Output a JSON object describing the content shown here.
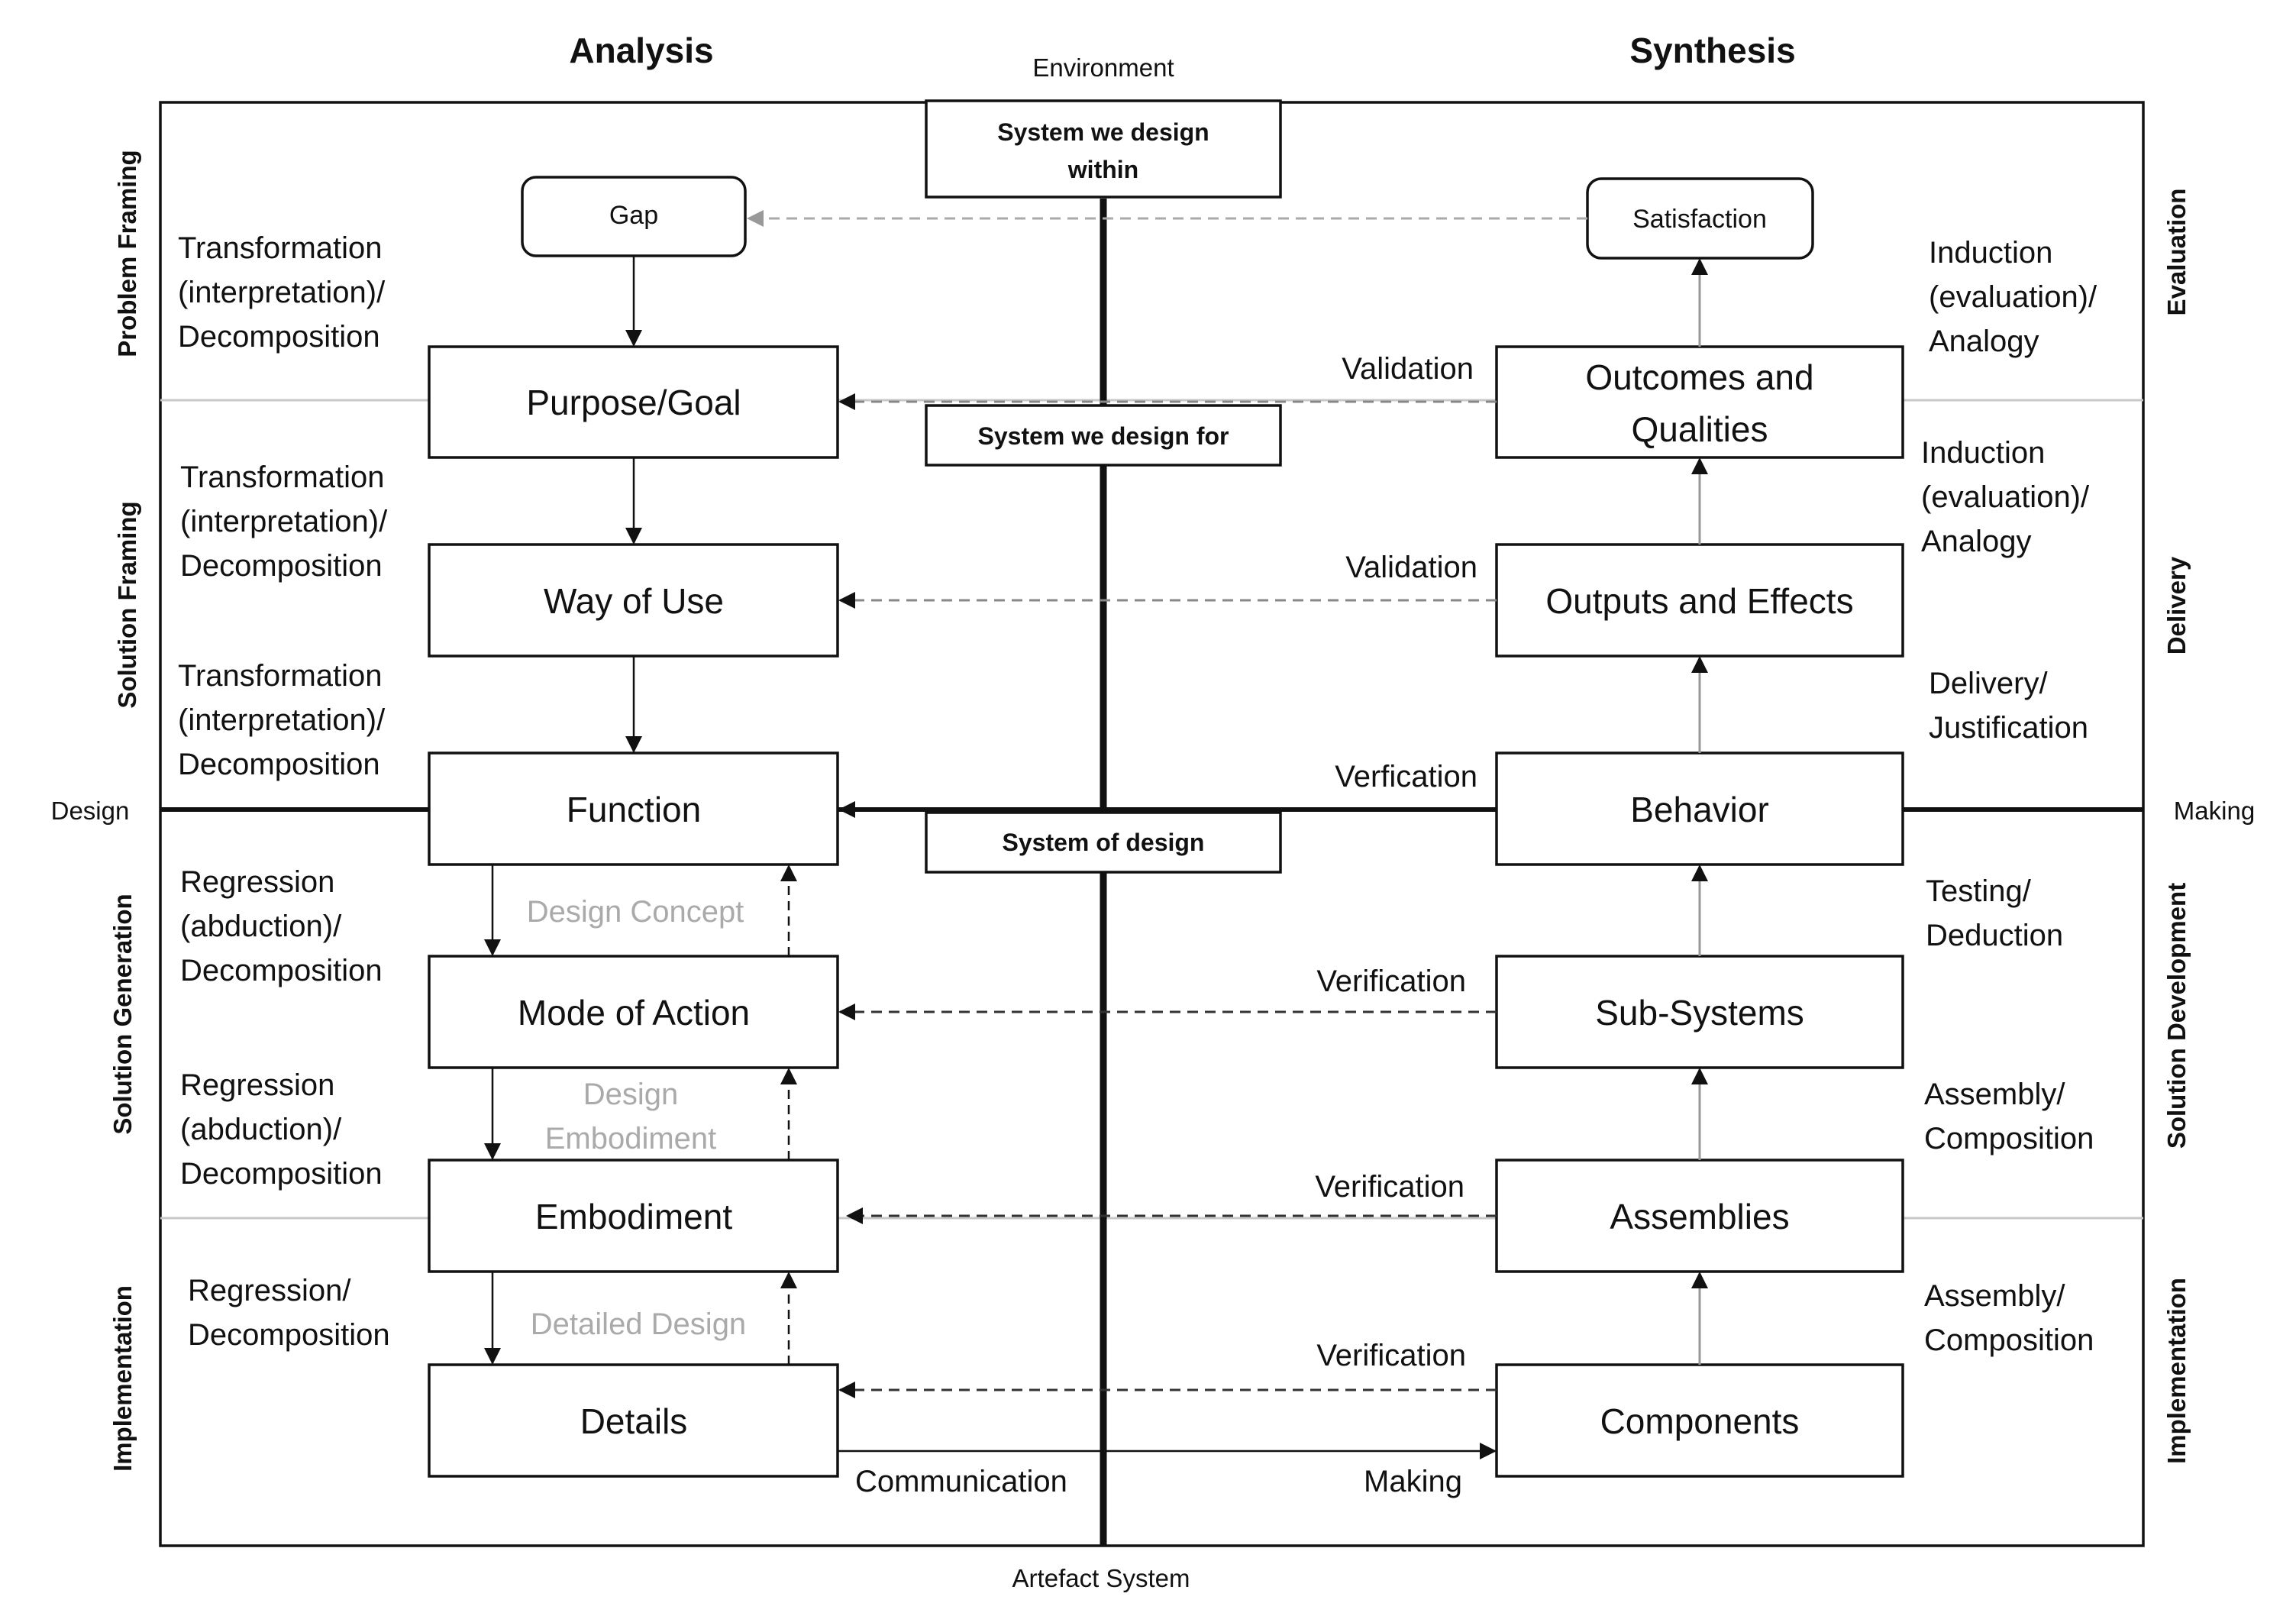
{
  "headers": {
    "analysis": "Analysis",
    "synthesis": "Synthesis",
    "environment": "Environment",
    "artefact_system": "Artefact System",
    "design": "Design",
    "making": "Making"
  },
  "center_boxes": {
    "within_line1": "System we design",
    "within_line2": "within",
    "for": "System we design for",
    "of": "System of design"
  },
  "left_phases": {
    "problem_framing": "Problem Framing",
    "solution_framing": "Solution Framing",
    "solution_generation": "Solution Generation",
    "implementation": "Implementation"
  },
  "right_phases": {
    "evaluation": "Evaluation",
    "delivery": "Delivery",
    "solution_development": "Solution Development",
    "implementation": "Implementation"
  },
  "analysis_nodes": {
    "gap": "Gap",
    "purpose": "Purpose/Goal",
    "way_of_use": "Way of Use",
    "function": "Function",
    "mode_of_action": "Mode of Action",
    "embodiment": "Embodiment",
    "details": "Details"
  },
  "synthesis_nodes": {
    "satisfaction": "Satisfaction",
    "outcomes_line1": "Outcomes and",
    "outcomes_line2": "Qualities",
    "outputs": "Outputs and Effects",
    "behavior": "Behavior",
    "sub_systems": "Sub-Systems",
    "assemblies": "Assemblies",
    "components": "Components"
  },
  "left_labels": {
    "transformation1": [
      "Transformation",
      "(interpretation)/",
      "Decomposition"
    ],
    "transformation2": [
      "Transformation",
      "(interpretation)/",
      "Decomposition"
    ],
    "transformation3": [
      "Transformation",
      "(interpretation)/",
      "Decomposition"
    ],
    "regression1": [
      "Regression",
      "(abduction)/",
      "Decomposition"
    ],
    "regression2": [
      "Regression",
      "(abduction)/",
      "Decomposition"
    ],
    "regression3": [
      "Regression/",
      "Decomposition"
    ]
  },
  "grey_labels": {
    "design_concept": "Design Concept",
    "design_embodiment_line1": "Design",
    "design_embodiment_line2": "Embodiment",
    "detailed_design": "Detailed Design"
  },
  "right_labels": {
    "induction1": [
      "Induction",
      "(evaluation)/",
      "Analogy"
    ],
    "induction2": [
      "Induction",
      "(evaluation)/",
      "Analogy"
    ],
    "delivery": [
      "Delivery/",
      "Justification"
    ],
    "testing": [
      "Testing/",
      "Deduction"
    ],
    "assembly1": [
      "Assembly/",
      "Composition"
    ],
    "assembly2": [
      "Assembly/",
      "Composition"
    ]
  },
  "center_labels": {
    "validation1": "Validation",
    "validation2": "Validation",
    "verfication": "Verfication",
    "verification1": "Verification",
    "verification2": "Verification",
    "verification3": "Verification",
    "communication": "Communication",
    "making": "Making"
  }
}
